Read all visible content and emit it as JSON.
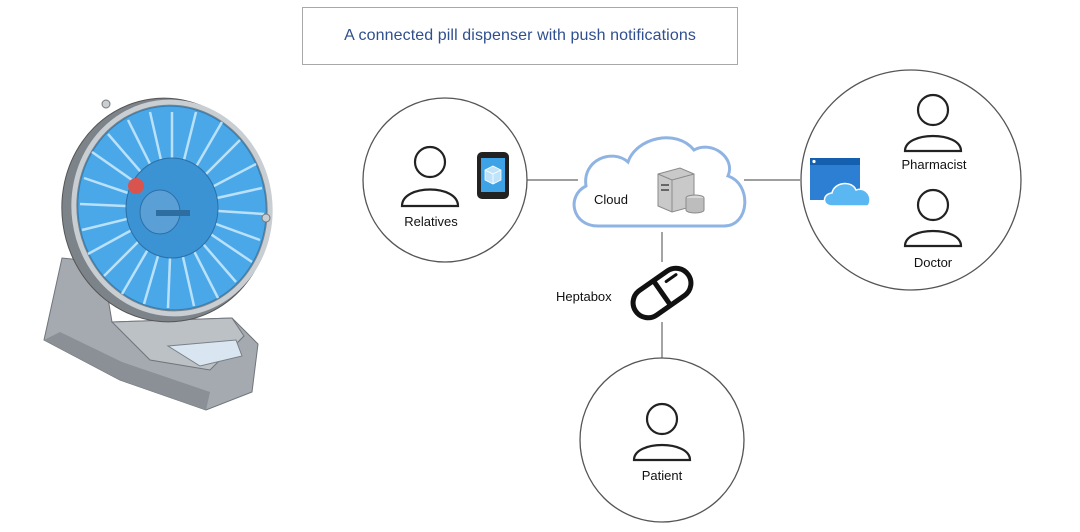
{
  "title": "A connected pill dispenser with push notifications",
  "nodes": {
    "relatives": "Relatives",
    "cloud": "Cloud",
    "pharmacist": "Pharmacist",
    "doctor": "Doctor",
    "heptabox": "Heptabox",
    "patient": "Patient"
  },
  "colors": {
    "title_text": "#2f4f8f",
    "cloud_outline": "#8fb4e3",
    "device_blue": "#4aa8e8",
    "device_gray": "#9aa0a6",
    "line": "#555555"
  },
  "icons": [
    "user-icon",
    "smartphone-icon",
    "server-icon",
    "browser-cloud-icon",
    "pill-icon",
    "pill-dispenser-render"
  ]
}
